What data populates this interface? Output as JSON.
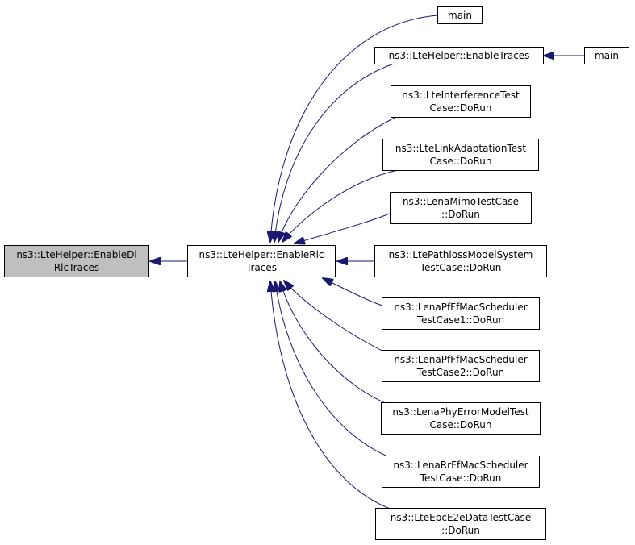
{
  "colors": {
    "edge": "#191970",
    "highlight_fill": "#bfbfbf",
    "border": "#000000"
  },
  "root": {
    "line1": "ns3::LteHelper::EnableDl",
    "line2": "RlcTraces"
  },
  "hub": {
    "line1": "ns3::LteHelper::EnableRlc",
    "line2": "Traces"
  },
  "callers": [
    {
      "line1": "main",
      "line2": ""
    },
    {
      "line1": "ns3::LteHelper::EnableTraces",
      "line2": ""
    },
    {
      "line1": "ns3::LteInterferenceTest",
      "line2": "Case::DoRun"
    },
    {
      "line1": "ns3::LteLinkAdaptationTest",
      "line2": "Case::DoRun"
    },
    {
      "line1": "ns3::LenaMimoTestCase",
      "line2": "::DoRun"
    },
    {
      "line1": "ns3::LtePathlossModelSystem",
      "line2": "TestCase::DoRun"
    },
    {
      "line1": "ns3::LenaPfFfMacScheduler",
      "line2": "TestCase1::DoRun"
    },
    {
      "line1": "ns3::LenaPfFfMacScheduler",
      "line2": "TestCase2::DoRun"
    },
    {
      "line1": "ns3::LenaPhyErrorModelTest",
      "line2": "Case::DoRun"
    },
    {
      "line1": "ns3::LenaRrFfMacScheduler",
      "line2": "TestCase::DoRun"
    },
    {
      "line1": "ns3::LteEpcE2eDataTestCase",
      "line2": "::DoRun"
    }
  ],
  "tail": {
    "line1": "main",
    "line2": ""
  }
}
